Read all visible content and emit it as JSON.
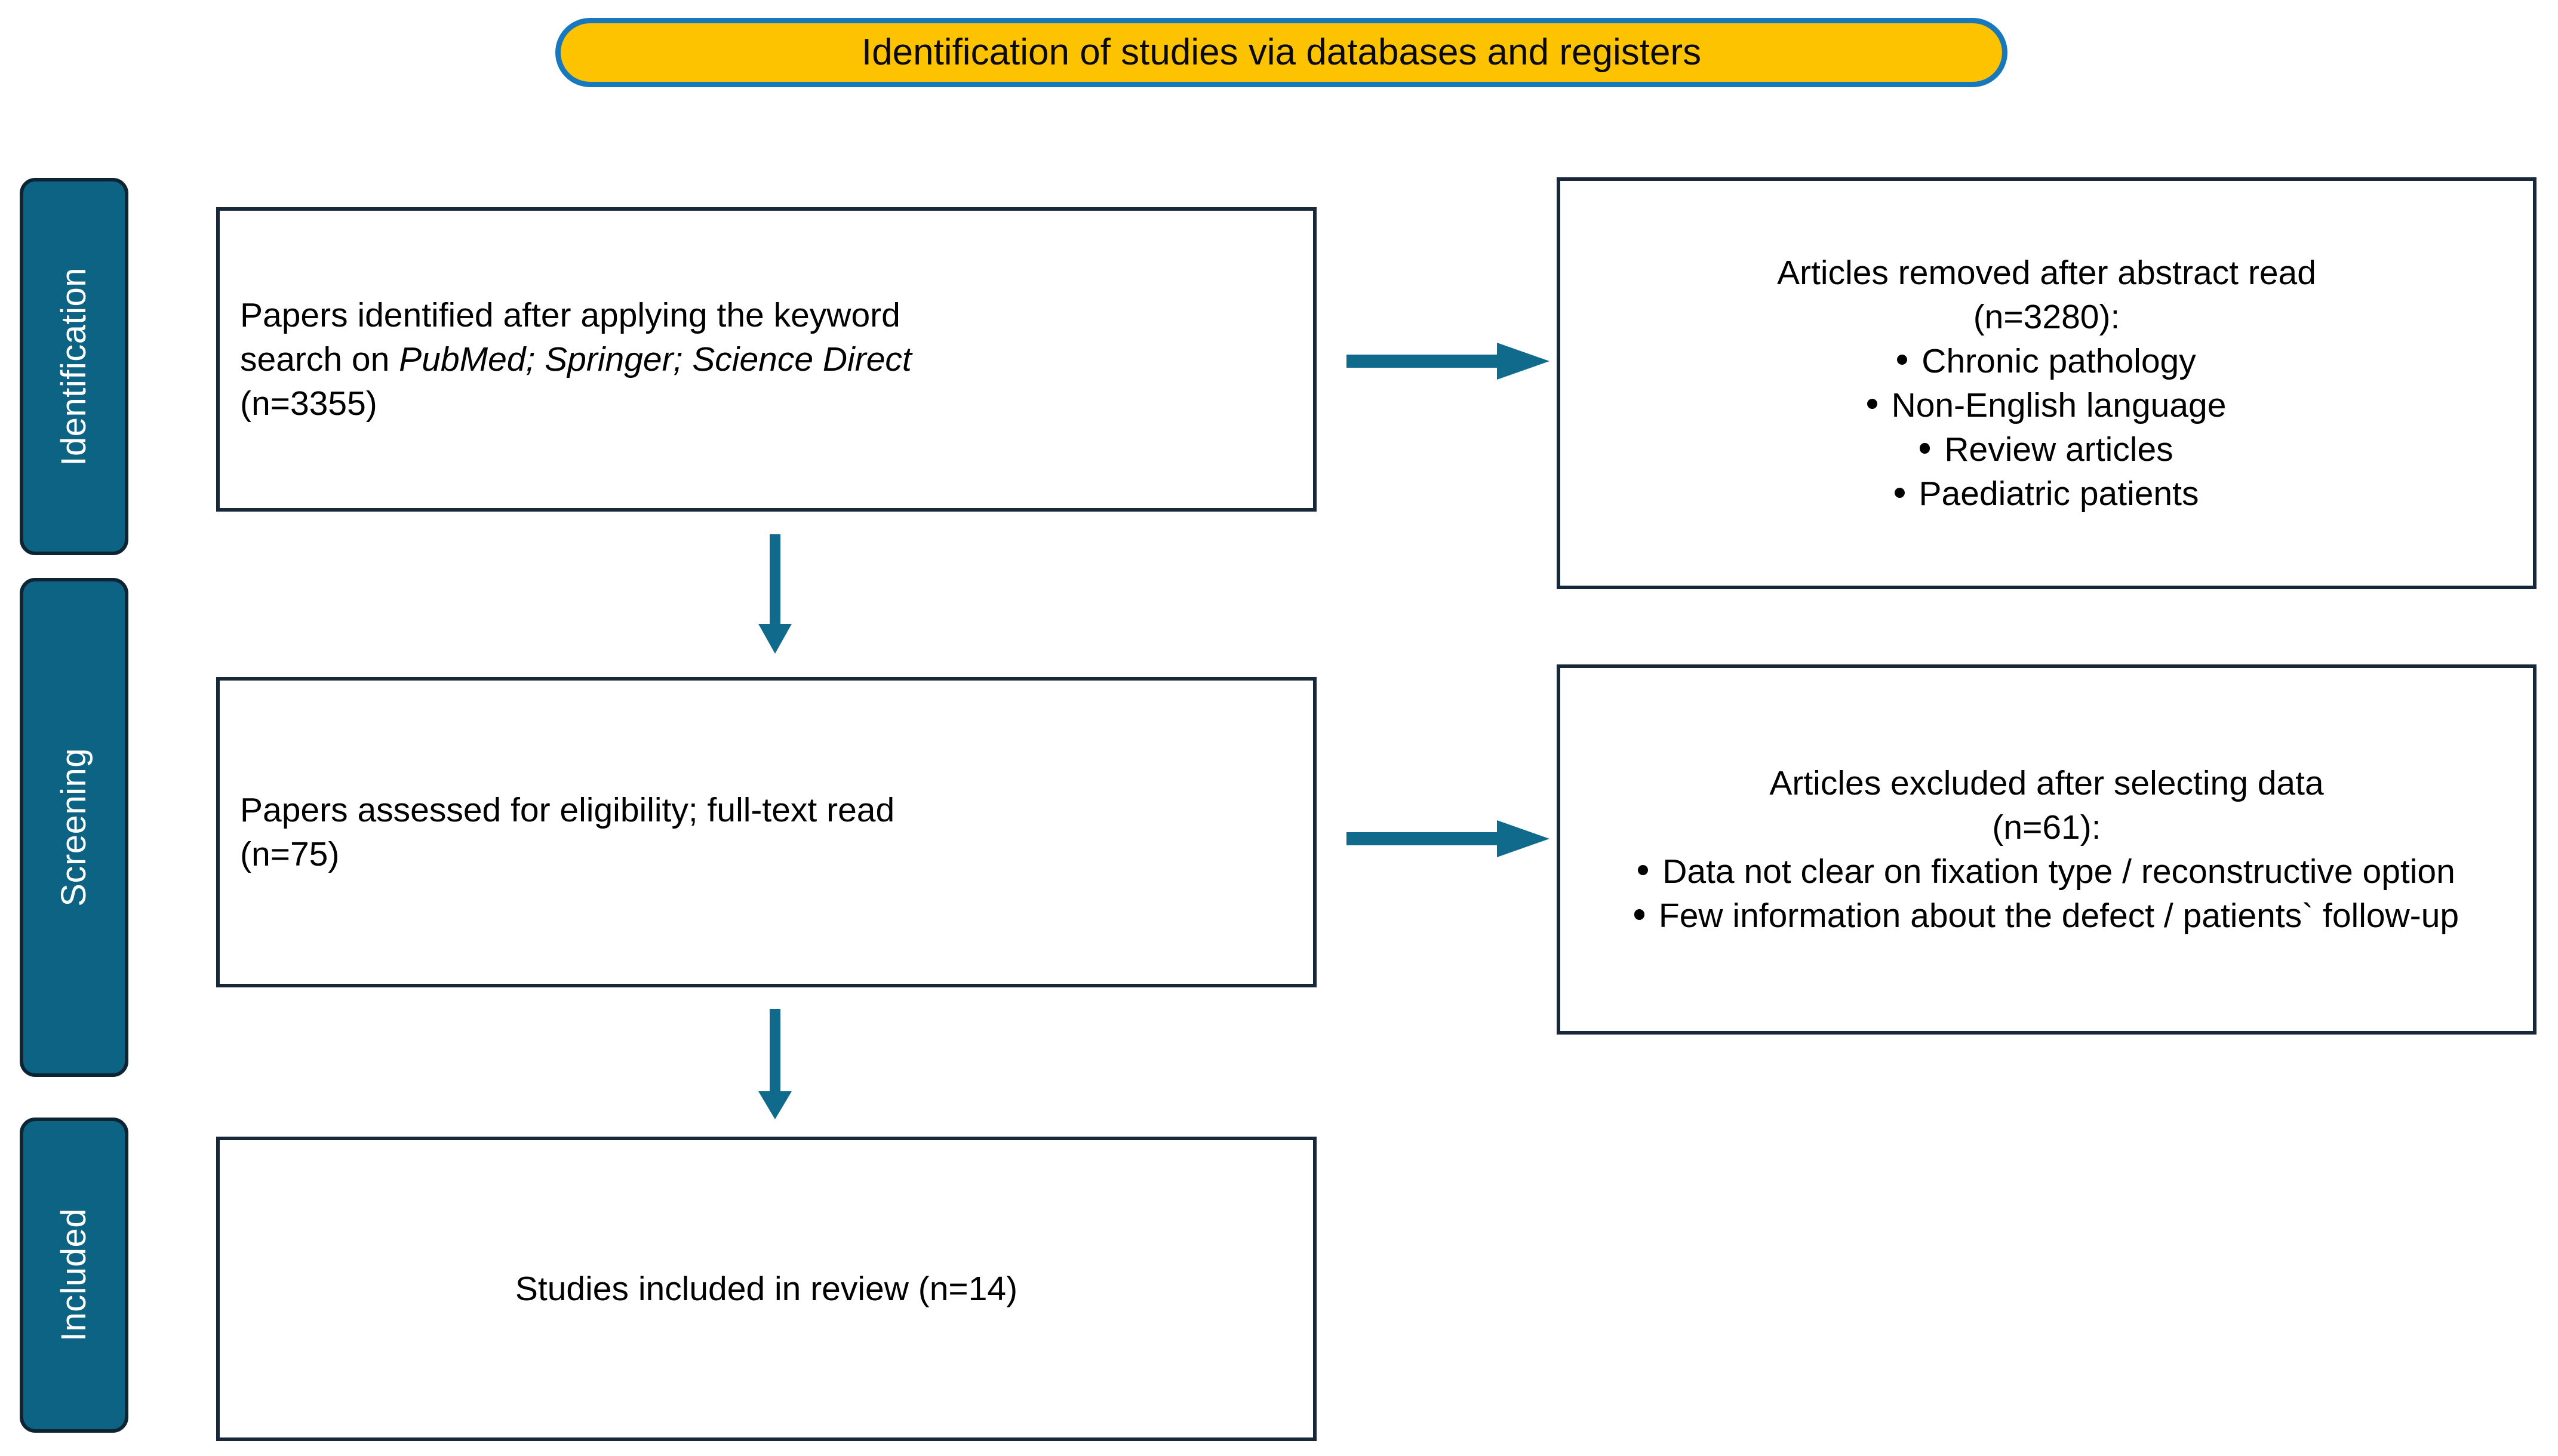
{
  "header": {
    "title": "Identification of studies via databases and registers",
    "fill_color": "#FDC300",
    "border_color": "#1878BE"
  },
  "theme": {
    "stage_fill": "#0C6384",
    "stage_border": "#0E2433",
    "box_border": "#17283A",
    "arrow_color": "#0F6A8C",
    "text_color": "#000000"
  },
  "stages": [
    {
      "id": "identification",
      "label": "Identification"
    },
    {
      "id": "screening",
      "label": "Screening"
    },
    {
      "id": "included",
      "label": "Included"
    }
  ],
  "boxes": {
    "identified": {
      "line1": "Papers identified after applying the keyword",
      "line2_prefix": "search on ",
      "line2_italic": "PubMed; Springer; Science Direct",
      "count_line": "(n=3355)"
    },
    "assessed": {
      "line1": "Papers assessed for eligibility; full-text read",
      "count_line": "(n=75)"
    },
    "included": {
      "line1": "Studies included in review (n=14)"
    },
    "removed": {
      "lead_line1": "Articles removed after abstract read",
      "lead_line2": "(n=3280):",
      "items": [
        "Chronic pathology",
        "Non-English language",
        "Review articles",
        "Paediatric patients"
      ]
    },
    "excluded": {
      "lead_line1": "Articles excluded after selecting data",
      "lead_line2": "(n=61):",
      "items": [
        "Data not clear on fixation type / reconstructive option",
        "Few information about the defect / patients` follow-up"
      ]
    }
  },
  "arrows": [
    {
      "id": "identified-to-assessed",
      "direction": "down"
    },
    {
      "id": "assessed-to-included",
      "direction": "down"
    },
    {
      "id": "identified-to-removed",
      "direction": "right"
    },
    {
      "id": "assessed-to-excluded",
      "direction": "right"
    }
  ]
}
